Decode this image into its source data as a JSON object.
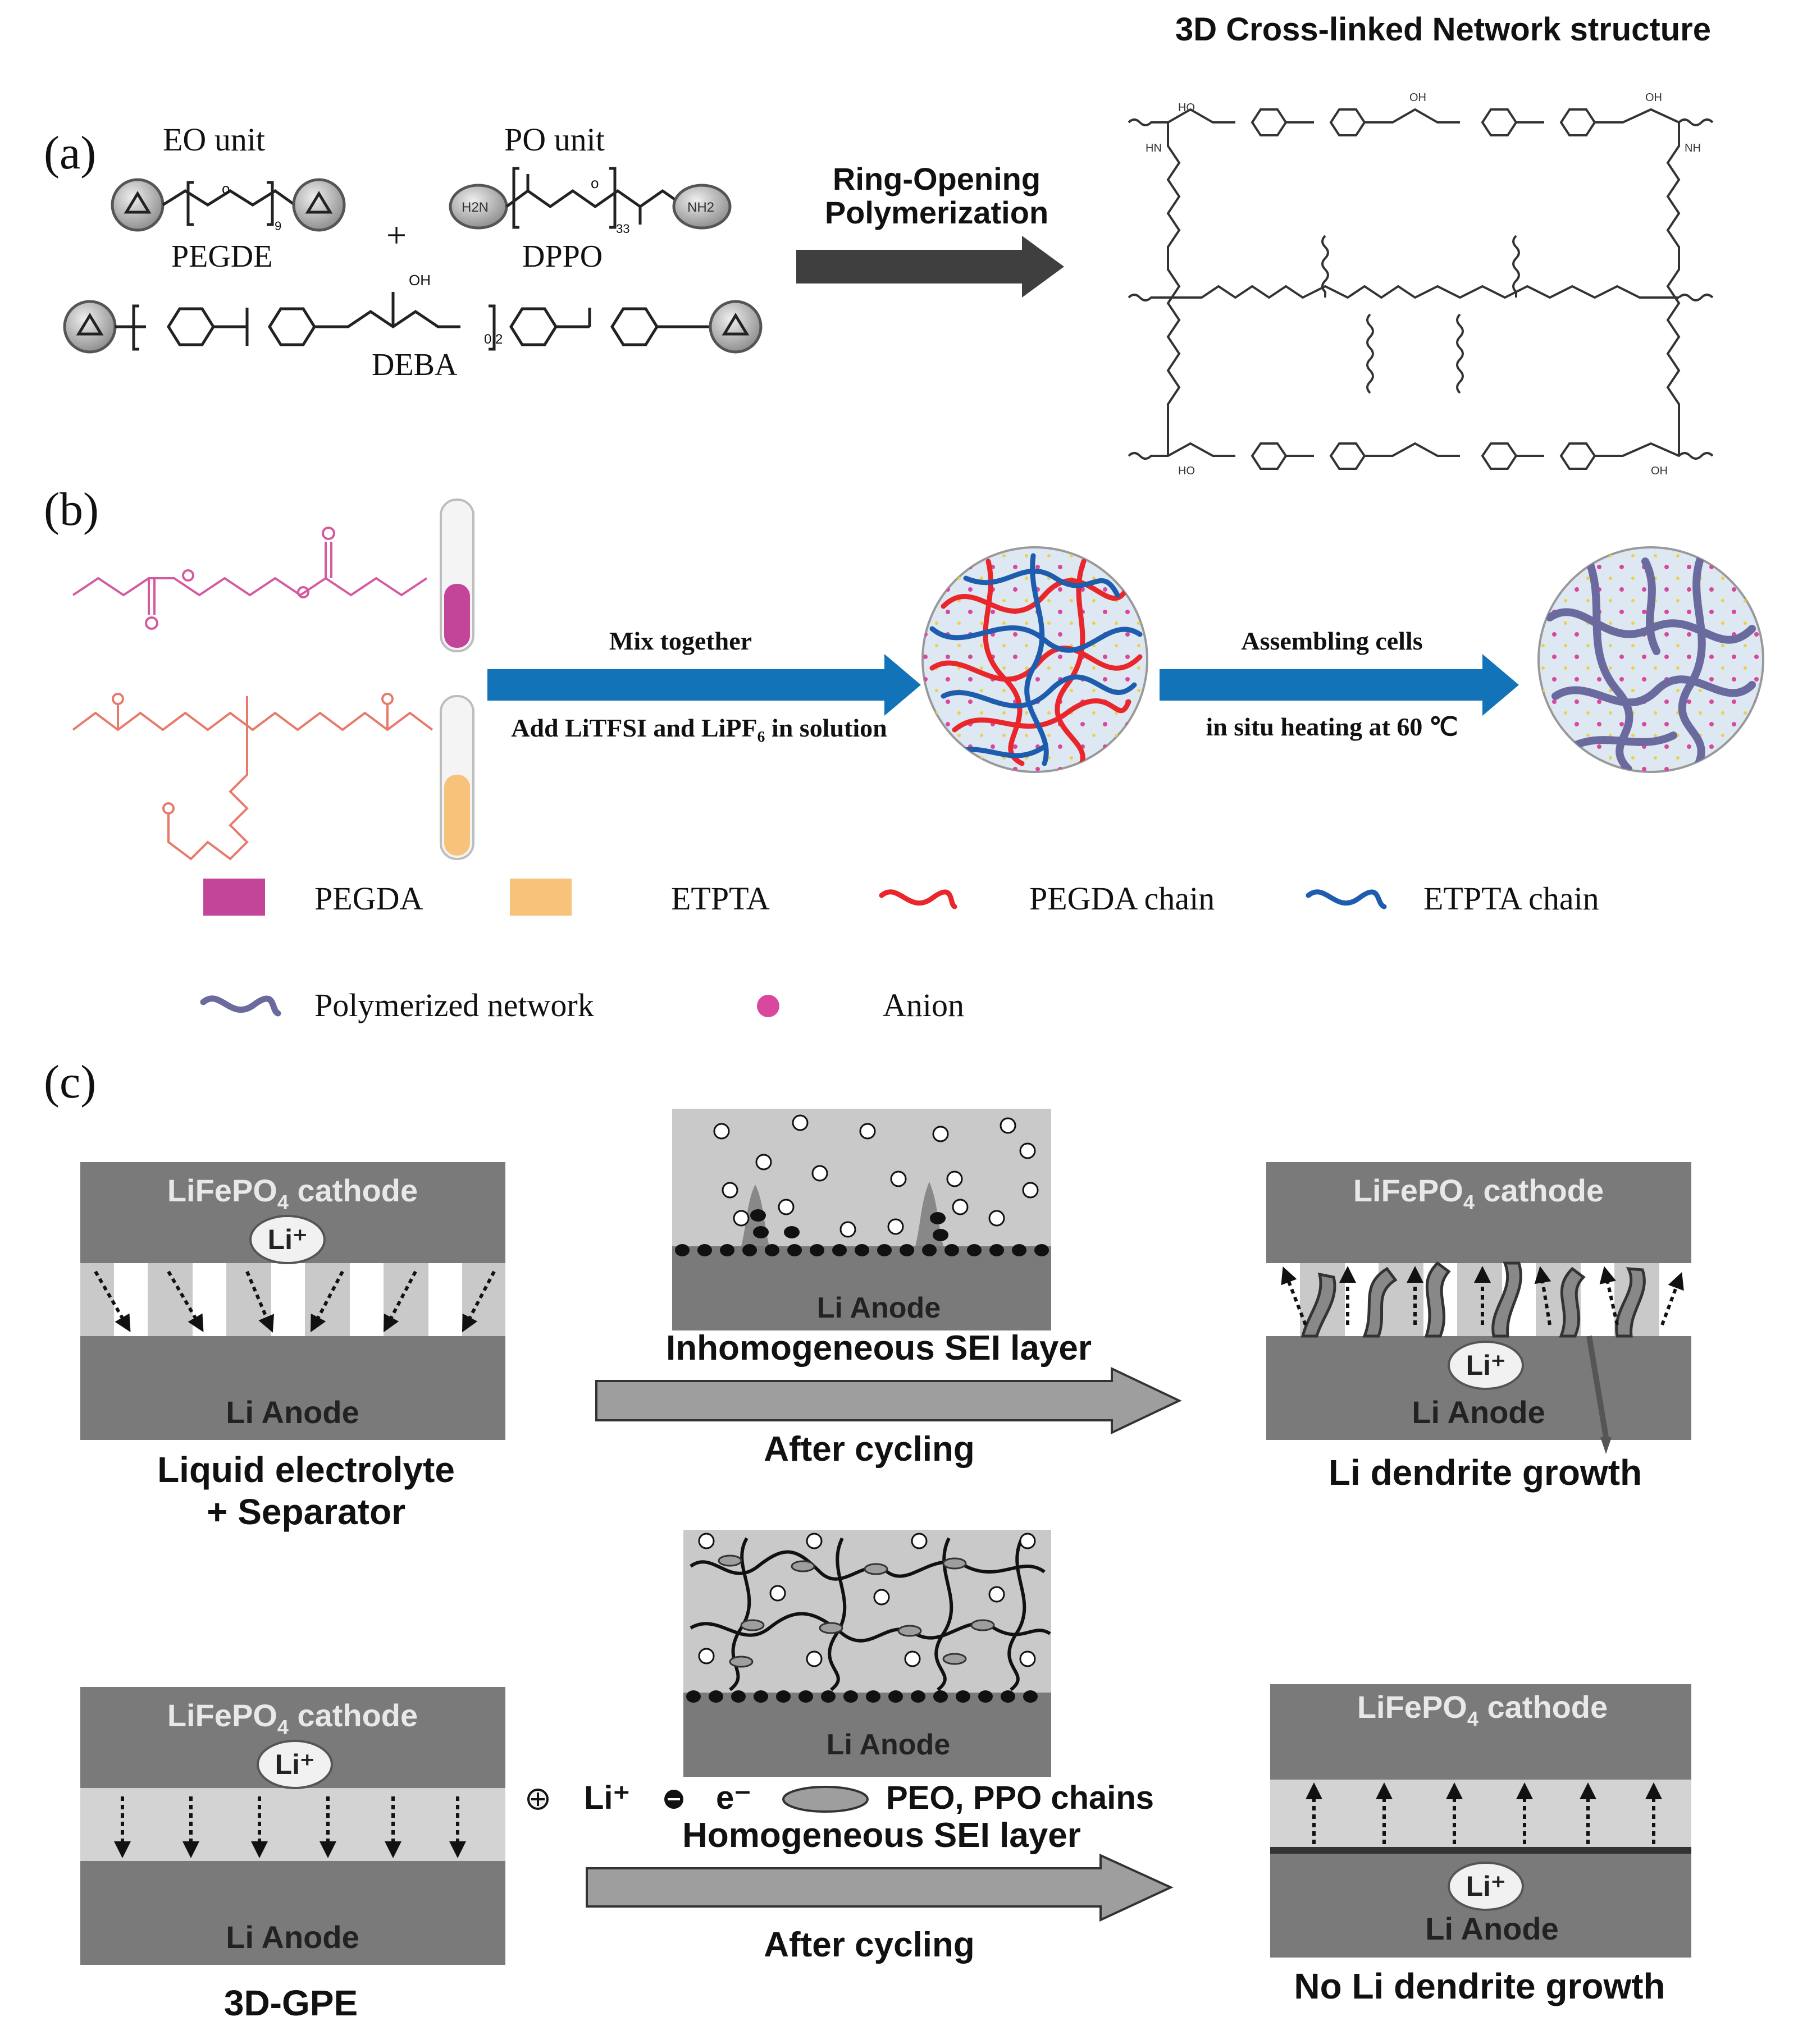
{
  "panel_a": {
    "label": "(a)",
    "eo_unit": "EO unit",
    "po_unit": "PO unit",
    "pegde": "PEGDE",
    "plus": "+",
    "dppo": "DPPO",
    "deba": "DEBA",
    "eo_sub": "9",
    "po_sub": "33",
    "deba_sub": "0.2",
    "ho": "HO",
    "oh": "OH",
    "hn": "HN",
    "nh": "NH",
    "h2n": "H2N",
    "nh2": "NH2",
    "arrow_line1": "Ring-Opening",
    "arrow_line2": "Polymerization",
    "network_title": "3D Cross-linked Network structure"
  },
  "panel_b": {
    "label": "(b)",
    "arrow1_top": "Mix together",
    "arrow1_bottom": "Add LiTFSI and LiPF₆ in solution",
    "arrow2_top": "Assembling cells",
    "arrow2_bottom": "in situ heating at 60 ℃",
    "legend": {
      "pegda": "PEGDA",
      "etpta": "ETPTA",
      "pegda_chain": "PEGDA chain",
      "etpta_chain": "ETPTA chain",
      "network": "Polymerized network",
      "anion": "Anion"
    },
    "colors": {
      "pegda": "#c2459a",
      "etpta": "#f7c27a",
      "pegda_chain": "#e8262b",
      "etpta_chain": "#1e5cae",
      "network": "#6a6a9e",
      "anion": "#d9489e",
      "arrow": "#1273b8"
    }
  },
  "panel_c": {
    "label": "(c)",
    "cathode": "LiFePO",
    "cathode_sub": "4",
    "cathode_word": " cathode",
    "li_ion": "Li⁺",
    "anode": "Li Anode",
    "liquid_caption_1": "Liquid electrolyte",
    "liquid_caption_2": "+ Separator",
    "inhomogeneous": "Inhomogeneous  SEI layer",
    "after_cycling_1": "After cycling",
    "dendrite": "Li dendrite growth",
    "gpe_caption": "3D-GPE",
    "legend_li": "Li⁺",
    "legend_e": "e⁻",
    "legend_chains": "PEO, PPO chains",
    "homogeneous": "Homogeneous  SEI layer",
    "after_cycling_2": "After cycling",
    "no_dendrite": "No Li dendrite growth"
  }
}
